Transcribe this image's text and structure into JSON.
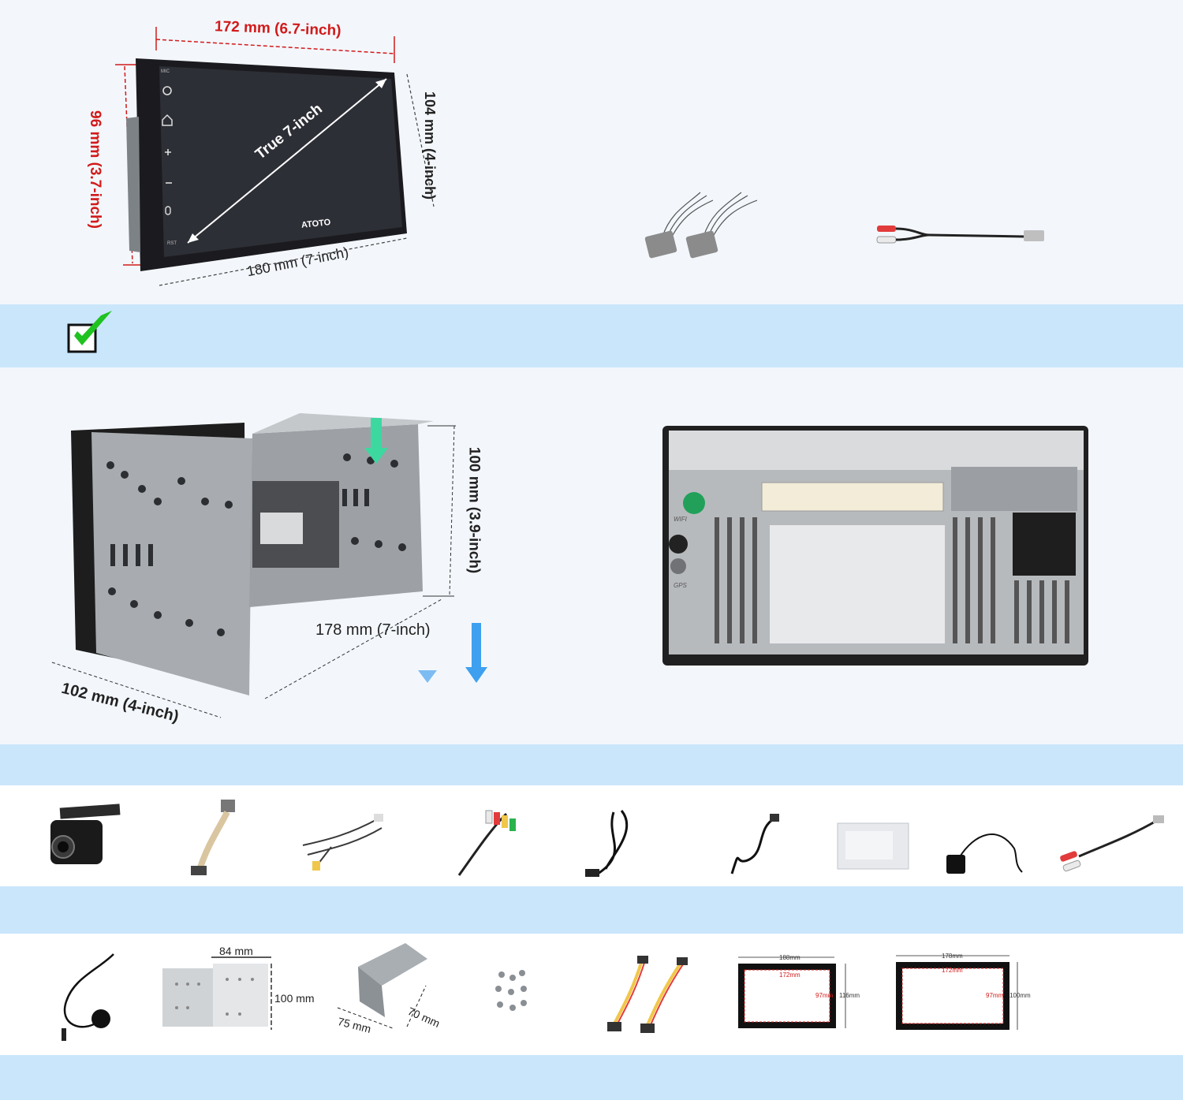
{
  "colors": {
    "band": "#c9e6fb",
    "dimension_red": "#d21a1a",
    "check_green": "#1fc21f",
    "arrow_blue": "#3ea0ef",
    "arrow_green": "#3dd8a0"
  },
  "screen_unit": {
    "brand": "ATOTO",
    "diagonal_label": "True 7-inch",
    "top_width": "172 mm (6.7-inch)",
    "left_height": "96 mm (3.7-inch)",
    "right_height": "104 mm (4-inch)",
    "bottom_width": "180 mm (7-inch)",
    "side_buttons": [
      "MIC",
      "power-icon",
      "home-icon",
      "plus-icon",
      "minus-icon",
      "mic-icon",
      "RST"
    ]
  },
  "compat_band": {
    "icon": "checkbox-checked-icon"
  },
  "chassis": {
    "height": "100 mm (3.9-inch)",
    "width": "178 mm (7-inch)",
    "depth": "102 mm (4-inch)"
  },
  "rear_panel": {
    "wifi_label": "WIFI",
    "gps_label": "GPS"
  },
  "accessories_row1": [
    "backup-camera",
    "harness-adapter",
    "usb-cable-set",
    "rca-cable",
    "usb-cable",
    "usb-extension",
    "screen-protector",
    "gps-antenna",
    "rca-adapter"
  ],
  "accessories_row2": {
    "items": [
      "microphone",
      "mounting-brackets",
      "side-bracket",
      "screws",
      "wiring-harness",
      "frame-large",
      "frame-small"
    ],
    "brackets_width": "84 mm",
    "brackets_height": "100 mm",
    "side_bracket_length": "75 mm",
    "side_bracket_depth": "70 mm",
    "frame_large": {
      "outer_w": "188mm",
      "inner_w": "172mm",
      "inner_h": "97mm",
      "outer_h": "116mm"
    },
    "frame_small": {
      "outer_w": "178mm",
      "inner_w": "172mm",
      "inner_h": "97mm",
      "outer_h": "100mm"
    }
  }
}
